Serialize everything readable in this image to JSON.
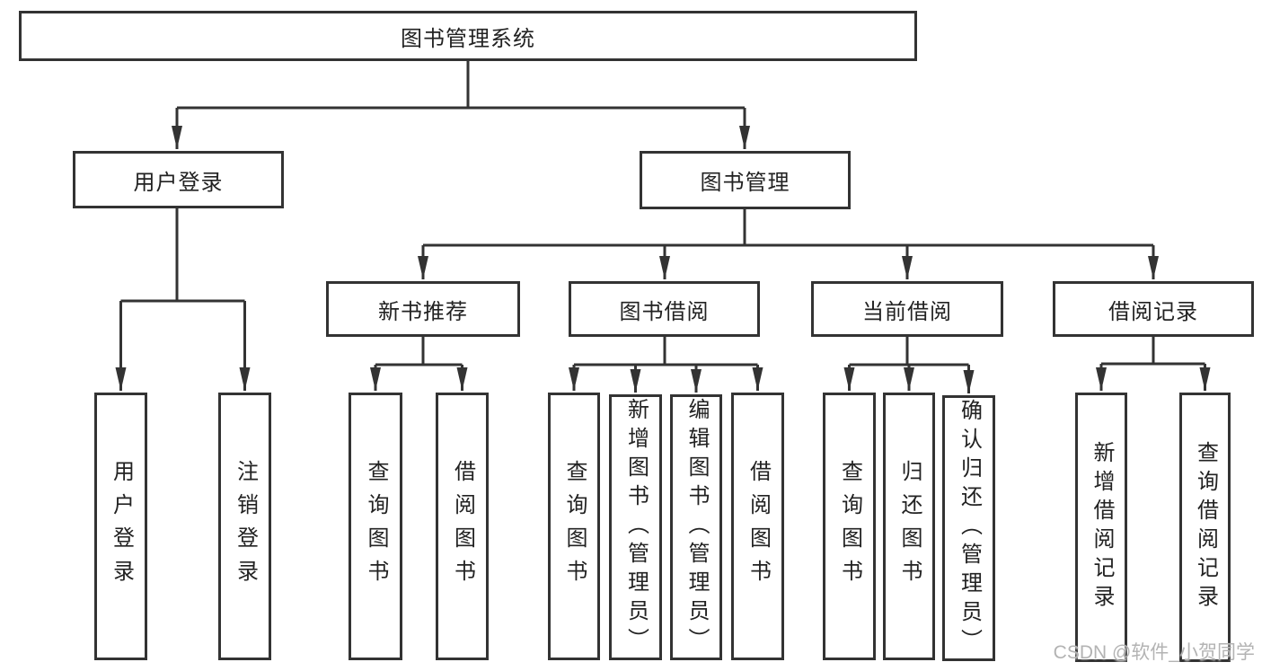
{
  "diagram": {
    "title": "图书管理系统",
    "watermark": "CSDN @软件_小贺同学",
    "colors": {
      "line": "#333333",
      "box_border": "#333333",
      "box_fill": "#ffffff",
      "text": "#222222",
      "watermark": "#b3b3b3",
      "background": "#ffffff"
    },
    "nodes": {
      "root": {
        "label": "图书管理系统"
      },
      "user_login_br": {
        "label": "用户登录"
      },
      "book_mgmt": {
        "label": "图书管理"
      },
      "new_book_rec": {
        "label": "新书推荐"
      },
      "book_borrow": {
        "label": "图书借阅"
      },
      "current_borrow": {
        "label": "当前借阅"
      },
      "borrow_records": {
        "label": "借阅记录"
      },
      "user_login": {
        "label": "用户登录"
      },
      "logout": {
        "label": "注销登录"
      },
      "nbr_query": {
        "label": "查询图书"
      },
      "nbr_borrow": {
        "label": "借阅图书"
      },
      "bb_query": {
        "label": "查询图书"
      },
      "bb_add": {
        "label": "新增图书（管理员）"
      },
      "bb_edit": {
        "label": "编辑图书（管理员）"
      },
      "bb_borrow": {
        "label": "借阅图书"
      },
      "cb_query": {
        "label": "查询图书"
      },
      "cb_return": {
        "label": "归还图书"
      },
      "cb_confirm": {
        "label": "确认归还（管理员）"
      },
      "br_add": {
        "label": "新增借阅记录"
      },
      "br_query": {
        "label": "查询借阅记录"
      }
    },
    "hierarchy": {
      "图书管理系统": {
        "用户登录": [
          "用户登录",
          "注销登录"
        ],
        "图书管理": {
          "新书推荐": [
            "查询图书",
            "借阅图书"
          ],
          "图书借阅": [
            "查询图书",
            "新增图书（管理员）",
            "编辑图书（管理员）",
            "借阅图书"
          ],
          "当前借阅": [
            "查询图书",
            "归还图书",
            "确认归还（管理员）"
          ],
          "借阅记录": [
            "新增借阅记录",
            "查询借阅记录"
          ]
        }
      }
    }
  }
}
